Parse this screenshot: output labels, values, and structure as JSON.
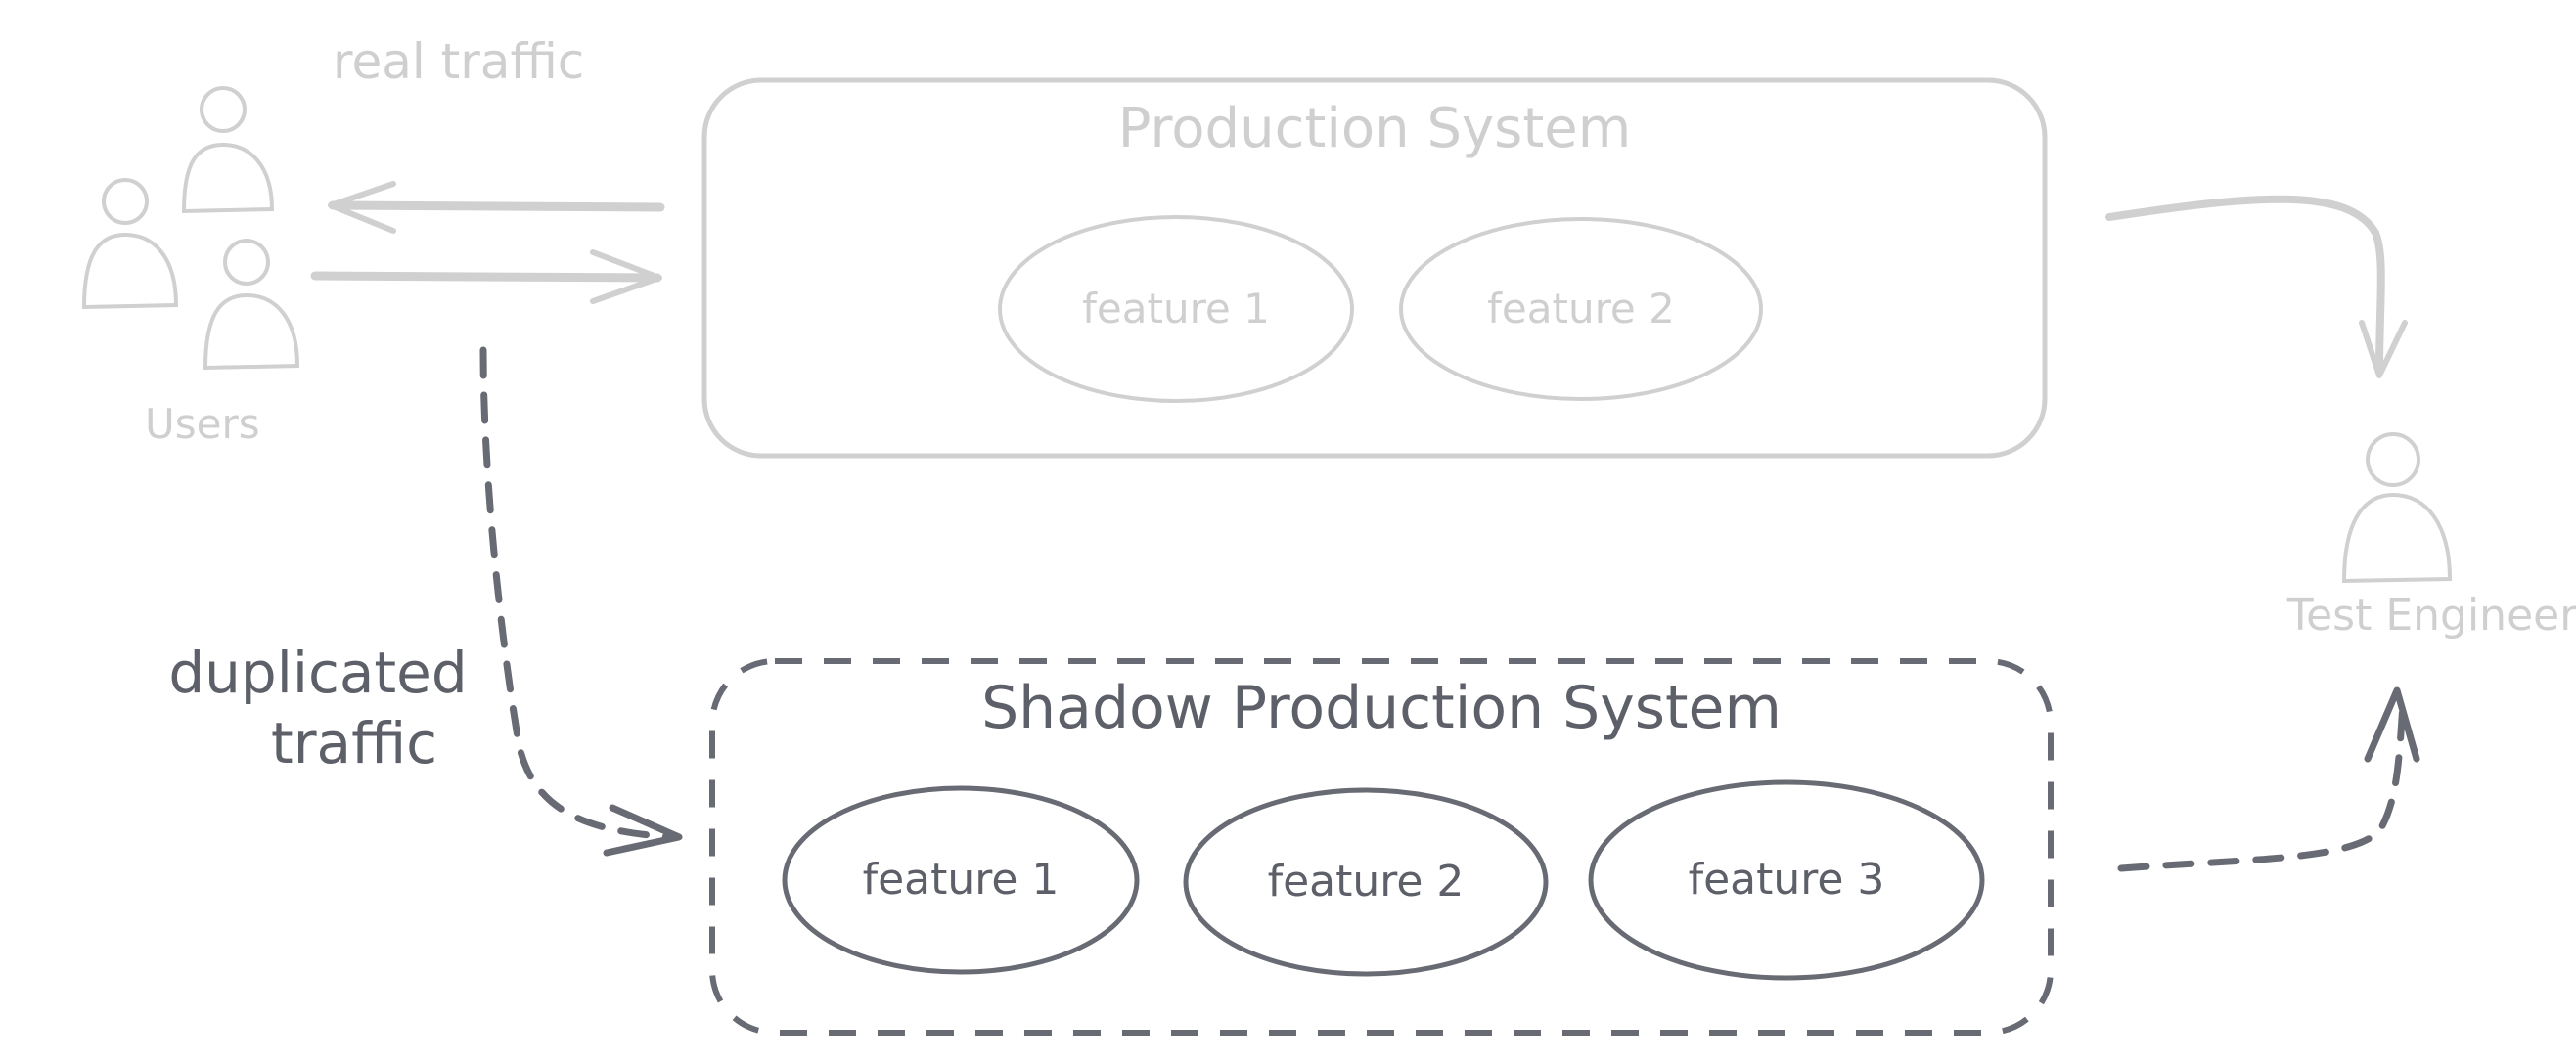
{
  "users": {
    "caption": "Users",
    "icon": "users-icon"
  },
  "real_traffic": {
    "label": "real traffic"
  },
  "duplicated_traffic": {
    "line1": "duplicated",
    "line2": "traffic"
  },
  "production": {
    "title": "Production System",
    "features": [
      "feature 1",
      "feature 2"
    ]
  },
  "shadow": {
    "title": "Shadow Production System",
    "features": [
      "feature 1",
      "feature 2",
      "feature 3"
    ]
  },
  "test_engineer": {
    "caption": "Test Engineer",
    "icon": "person-icon"
  },
  "colors": {
    "faded": "#d0d0d0",
    "dark": "#686b73"
  }
}
